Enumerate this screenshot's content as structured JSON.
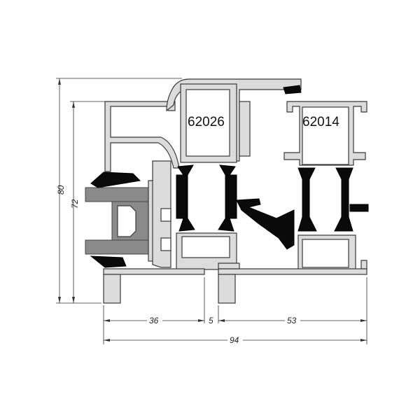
{
  "profiles": {
    "sash_code": "62026",
    "frame_code": "62014"
  },
  "dimensions": {
    "height_total": "80",
    "height_inner": "72",
    "width_left": "36",
    "width_gap": "5",
    "width_right": "53",
    "width_total": "94"
  },
  "colors": {
    "aluminium": "#dcdcdc",
    "thermal_break": "#0a0a0a",
    "glass": "#8a8a8a"
  }
}
